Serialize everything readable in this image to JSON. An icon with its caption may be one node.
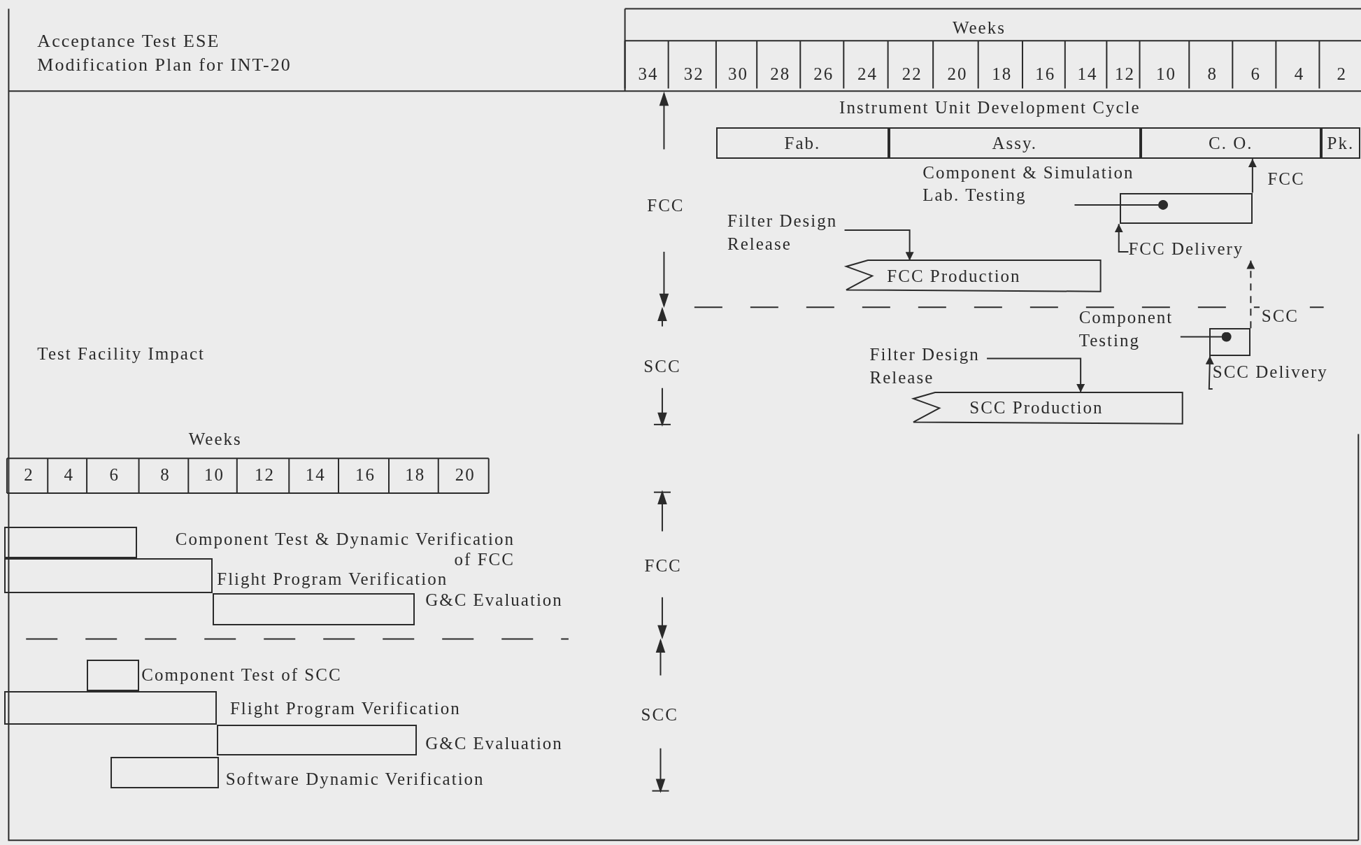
{
  "diagram": {
    "title": "Acceptance Test ESE Modification Plan for INT-20",
    "nodes": [
      {
        "text": [
          "Fab."
        ]
      },
      {
        "text": [
          "Assy."
        ]
      },
      {
        "text": [
          "C. O."
        ]
      },
      {
        "text": [
          "Pk."
        ]
      },
      {
        "text": [
          "Component & Simulation Lab. Testing"
        ]
      },
      {
        "text": [],
        "shape": "bar"
      },
      {
        "text": [
          "Filter Design Release"
        ]
      },
      {
        "text": [
          "FCC Production"
        ]
      },
      {
        "text": [
          "FCC Delivery"
        ]
      },
      {
        "text": [
          "Component Testing"
        ]
      },
      {
        "text": [],
        "shape": "bar"
      },
      {
        "text": [
          "Filter Design Release"
        ]
      },
      {
        "text": [
          "SCC Production"
        ]
      },
      {
        "text": [
          "SCC Delivery"
        ]
      },
      {
        "text": [],
        "shape": "bar"
      },
      {
        "text": [],
        "shape": "bar",
        "beside": [
          "Flight Program Verification"
        ]
      },
      {
        "text": [],
        "shape": "bar",
        "beside": [
          "G&C Evaluation"
        ]
      },
      {
        "text": [],
        "shape": "bar",
        "beside": [
          "Component Test of SCC"
        ]
      },
      {
        "text": [],
        "shape": "bar",
        "beside": [
          "Flight Program Verification"
        ]
      },
      {
        "text": [],
        "shape": "bar",
        "beside": [
          "G&C Evaluation"
        ]
      },
      {
        "text": [],
        "shape": "bar",
        "beside": [
          "Software Dynamic Verification"
        ]
      }
    ],
    "edges": [
      {
        "from": 6,
        "to": 7,
        "arrow": "to"
      },
      {
        "from": 4,
        "to": 5,
        "arrow": "other"
      },
      {
        "from": 5,
        "to": 2,
        "arrow": "to",
        "label": "FCC"
      },
      {
        "from": 8,
        "to": 5,
        "arrow": "to"
      },
      {
        "from": 10,
        "to": 8,
        "arrow": "to",
        "label": "SCC",
        "style": "dashed"
      },
      {
        "from": 9,
        "to": 10,
        "arrow": "other"
      },
      {
        "from": 11,
        "to": 12,
        "arrow": "to"
      },
      {
        "from": 13,
        "to": 10,
        "arrow": "to"
      }
    ],
    "labels": [
      "Weeks",
      "34",
      "32",
      "30",
      "28",
      "26",
      "24",
      "22",
      "20",
      "18",
      "16",
      "14",
      "12",
      "10",
      "8",
      "6",
      "4",
      "2",
      "Instrument Unit Development Cycle",
      "Test Facility Impact",
      "FCC",
      "SCC",
      "Weeks",
      "2",
      "4",
      "6",
      "8",
      "10",
      "12",
      "14",
      "16",
      "18",
      "20",
      "Component Test & Dynamic Verification of FCC",
      "FCC",
      "SCC"
    ]
  }
}
